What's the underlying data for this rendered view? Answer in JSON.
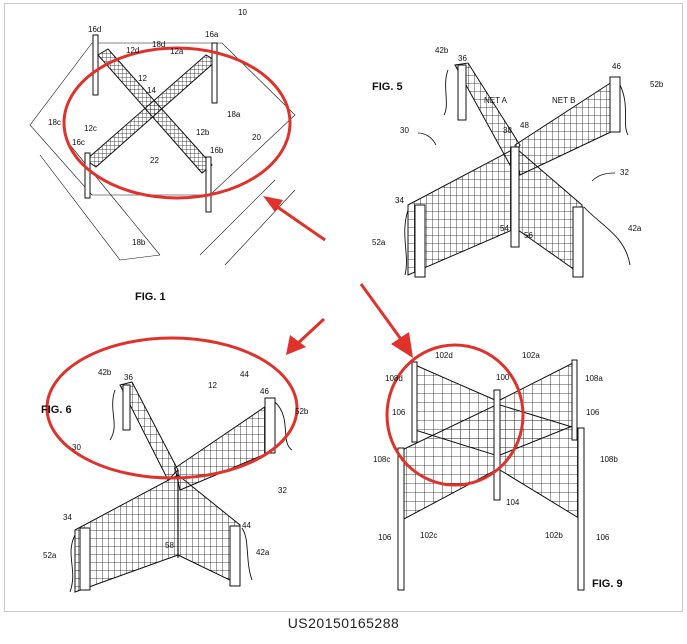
{
  "figures": {
    "fig1": {
      "title": "FIG. 1",
      "labels": [
        "10",
        "16d",
        "12d",
        "18d",
        "12a",
        "16a",
        "12",
        "14",
        "18a",
        "18c",
        "12c",
        "12b",
        "20",
        "16c",
        "22",
        "16b",
        "18b"
      ]
    },
    "fig5": {
      "title": "FIG. 5",
      "labels": [
        "42b",
        "36",
        "NET A",
        "NET B",
        "46",
        "52b",
        "30",
        "38",
        "48",
        "32",
        "34",
        "54",
        "56",
        "42a",
        "52a"
      ]
    },
    "fig6": {
      "title": "FIG. 6",
      "labels": [
        "42b",
        "36",
        "12",
        "44",
        "46",
        "52b",
        "30",
        "32",
        "34",
        "58",
        "44",
        "42a",
        "52a"
      ]
    },
    "fig9": {
      "title": "FIG. 9",
      "labels": [
        "102d",
        "102a",
        "108d",
        "100",
        "108a",
        "106",
        "106",
        "108c",
        "108b",
        "104",
        "106",
        "102c",
        "102b",
        "106"
      ]
    }
  },
  "caption": "US20150165288",
  "colors": {
    "annotation": "#e0312b",
    "ink": "#111111"
  }
}
